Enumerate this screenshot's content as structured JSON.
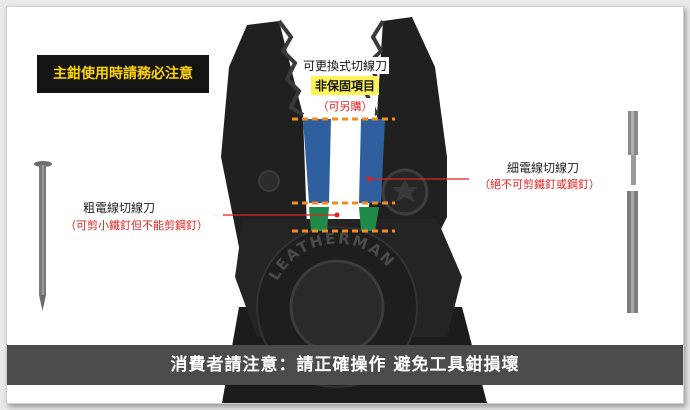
{
  "warning_badge": "主鉗使用時請務必注意",
  "replaceable_blade": {
    "title": "可更換式切線刀",
    "highlight": "非保固項目",
    "note": "（可另購）"
  },
  "thin_wire_cutter": {
    "title": "細電線切線刀",
    "note": "（絕不可剪鐵釘或鋼釘）"
  },
  "thick_wire_cutter": {
    "title": "粗電線切線刀",
    "note": "（可剪小鐵釘但不能剪鋼釘）"
  },
  "brand_engraving": "LEATHERMAN",
  "footer_notice": "消費者請注意：請正確操作 避免工具鉗損壞",
  "colors": {
    "badge_bg": "#141414",
    "badge_text": "#ffd400",
    "highlight": "#fff35a",
    "blade_blue": "#2f5f9e",
    "blade_green": "#1f8a4a",
    "guide_orange": "#f28c1c",
    "footer_bg": "#4b4b4b"
  }
}
